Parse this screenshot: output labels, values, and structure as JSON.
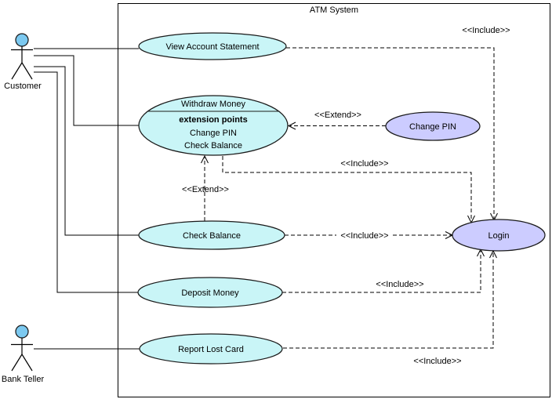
{
  "diagram": {
    "title": "ATM System"
  },
  "actors": {
    "customer": {
      "label": "Customer"
    },
    "bank_teller": {
      "label": "Bank Teller"
    }
  },
  "use_cases": {
    "view_account_statement": {
      "label": "View Account Statement"
    },
    "withdraw_money": {
      "label": "Withdraw Money",
      "extension_points_header": "extension points",
      "extension_points": [
        "Change PIN",
        "Check Balance"
      ]
    },
    "change_pin": {
      "label": "Change PIN"
    },
    "check_balance": {
      "label": "Check Balance"
    },
    "deposit_money": {
      "label": "Deposit Money"
    },
    "report_lost_card": {
      "label": "Report Lost Card"
    },
    "login": {
      "label": "Login"
    }
  },
  "relationships": {
    "view_account_statement_login": {
      "label": "<<Include>>"
    },
    "change_pin_withdraw_money": {
      "label": "<<Extend>>"
    },
    "withdraw_money_login": {
      "label": "<<Include>>"
    },
    "check_balance_withdraw_money": {
      "label": "<<Extend>>"
    },
    "check_balance_login": {
      "label": "<<Include>>"
    },
    "deposit_money_login": {
      "label": "<<Include>>"
    },
    "report_lost_card_login": {
      "label": "<<Include>>"
    }
  },
  "colors": {
    "use_case_fill": "#C9F5F7",
    "secondary_use_case_fill": "#CCCCFF",
    "actor_head_fill": "#7CC9F0",
    "outline": "#1A1A1A",
    "background": "#FFFFFF"
  }
}
